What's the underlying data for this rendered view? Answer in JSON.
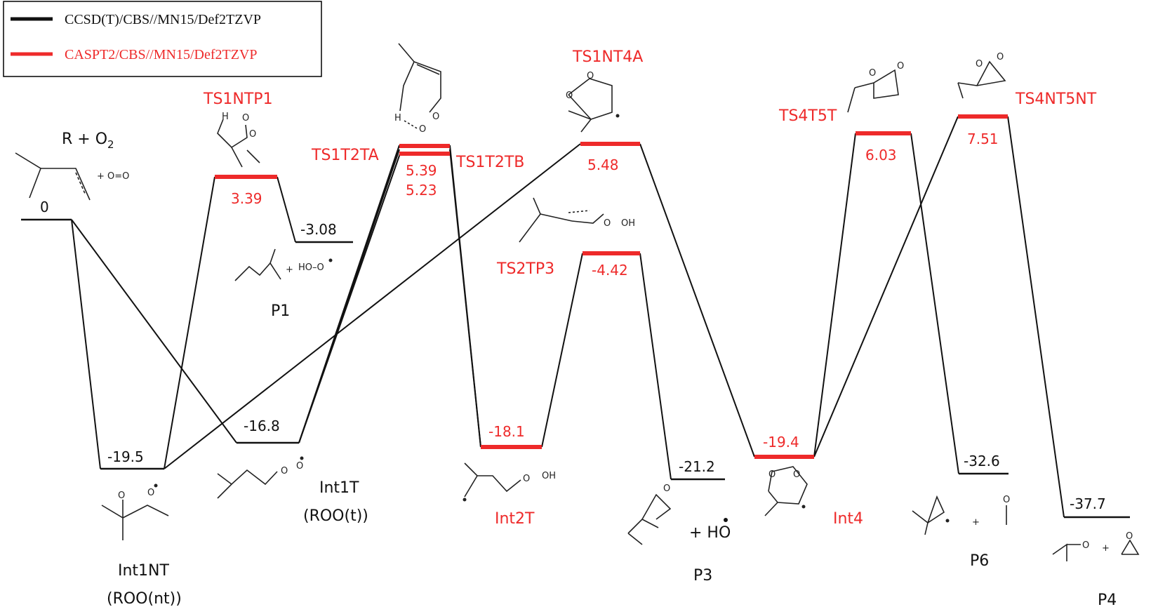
{
  "legend": {
    "black_label": "CCSD(T)/CBS//MN15/Def2TZVP",
    "red_label": "CASPT2/CBS//MN15/Def2TZVP"
  },
  "colors": {
    "black": "#111111",
    "red": "#ee2a2a"
  },
  "species": {
    "r_label": "R + O",
    "r_sub": "2",
    "r_val": "0",
    "int1nt_name": "Int1NT",
    "int1nt_sub": "(ROO(nt))",
    "int1nt_val": "-19.5",
    "ts1ntp1_name": "TS1NTP1",
    "ts1ntp1_val": "3.39",
    "p1_name": "P1",
    "p1_val": "-3.08",
    "int1t_name": "Int1T",
    "int1t_sub": "(ROO(t))",
    "int1t_val": "-16.8",
    "ts1t2ta_name": "TS1T2TA",
    "ts1t2ta_val": "5.39",
    "ts1t2tb_name": "TS1T2TB",
    "ts1t2tb_val": "5.23",
    "ts1nt4a_name": "TS1NT4A",
    "ts1nt4a_val": "5.48",
    "int2t_name": "Int2T",
    "int2t_val": "-18.1",
    "ts2tp3_name": "TS2TP3",
    "ts2tp3_val": "-4.42",
    "p3_name": "P3",
    "p3_val": "-21.2",
    "p3_extra": "+ HO",
    "int4_name": "Int4",
    "int4_val": "-19.4",
    "ts4t5t_name": "TS4T5T",
    "ts4t5t_val": "6.03",
    "ts4nt5nt_name": "TS4NT5NT",
    "ts4nt5nt_val": "7.51",
    "p6_name": "P6",
    "p6_val": "-32.6",
    "p4_name": "P4",
    "p4_val": "-37.7"
  }
}
